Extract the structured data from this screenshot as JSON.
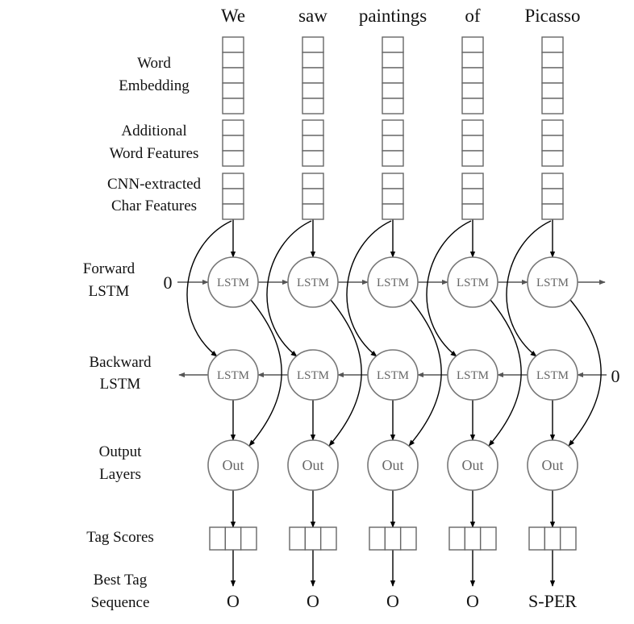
{
  "words": [
    "We",
    "saw",
    "paintings",
    "of",
    "Picasso"
  ],
  "row_labels": {
    "word_embedding": [
      "Word",
      "Embedding"
    ],
    "additional_features": [
      "Additional",
      "Word Features"
    ],
    "char_features": [
      "CNN-extracted",
      "Char Features"
    ],
    "forward_lstm": [
      "Forward",
      "LSTM"
    ],
    "backward_lstm": [
      "Backward",
      "LSTM"
    ],
    "output_layers": [
      "Output",
      "Layers"
    ],
    "tag_scores": [
      "Tag Scores"
    ],
    "best_tag_sequence": [
      "Best Tag",
      "Sequence"
    ]
  },
  "forward_initial_state": "0",
  "backward_initial_state": "0",
  "lstm_node_label": "LSTM",
  "output_node_label": "Out",
  "word_embedding_cells": 5,
  "additional_feature_cells": 3,
  "char_feature_cells": 3,
  "tag_score_cells": 3,
  "tags": [
    "O",
    "O",
    "O",
    "O",
    "S-PER"
  ]
}
